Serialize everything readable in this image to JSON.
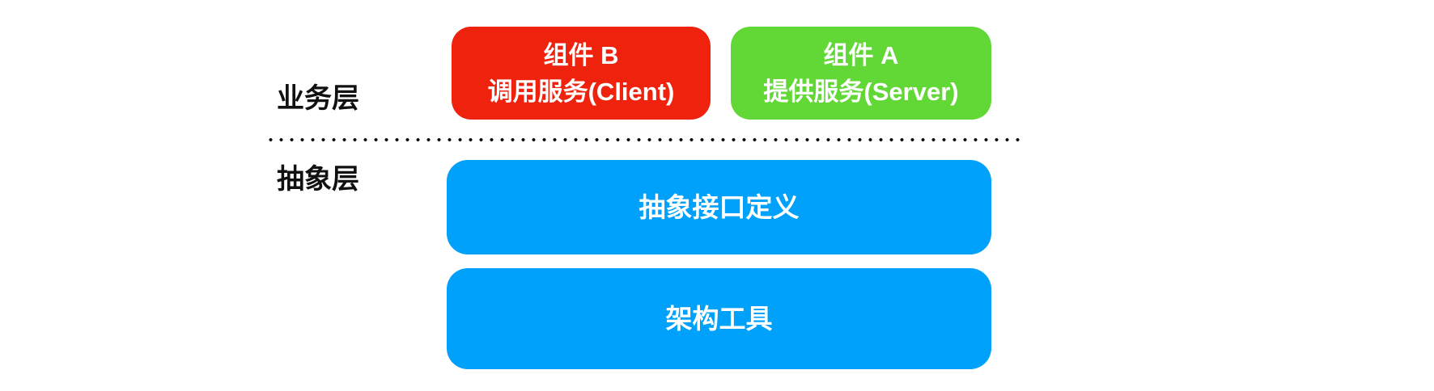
{
  "diagram": {
    "business_layer": {
      "label": "业务层",
      "boxes": [
        {
          "name": "component-b",
          "title": "组件 B",
          "subtitle": "调用服务(Client)",
          "color": "#EE220D"
        },
        {
          "name": "component-a",
          "title": "组件 A",
          "subtitle": "提供服务(Server)",
          "color": "#61D836"
        }
      ]
    },
    "abstraction_layer": {
      "label": "抽象层",
      "boxes": [
        {
          "name": "abstract-interface",
          "title": "抽象接口定义",
          "color": "#00A1FA"
        },
        {
          "name": "architecture-tools",
          "title": "架构工具",
          "color": "#00A1FA"
        }
      ]
    },
    "colors": {
      "component_b_red": "#EE220D",
      "component_a_green": "#61D836",
      "abstraction_blue": "#00A1FA",
      "divider_dot": "#111111",
      "label_text": "#111111",
      "box_text": "#FFFFFF",
      "background": "#FFFFFF"
    }
  }
}
